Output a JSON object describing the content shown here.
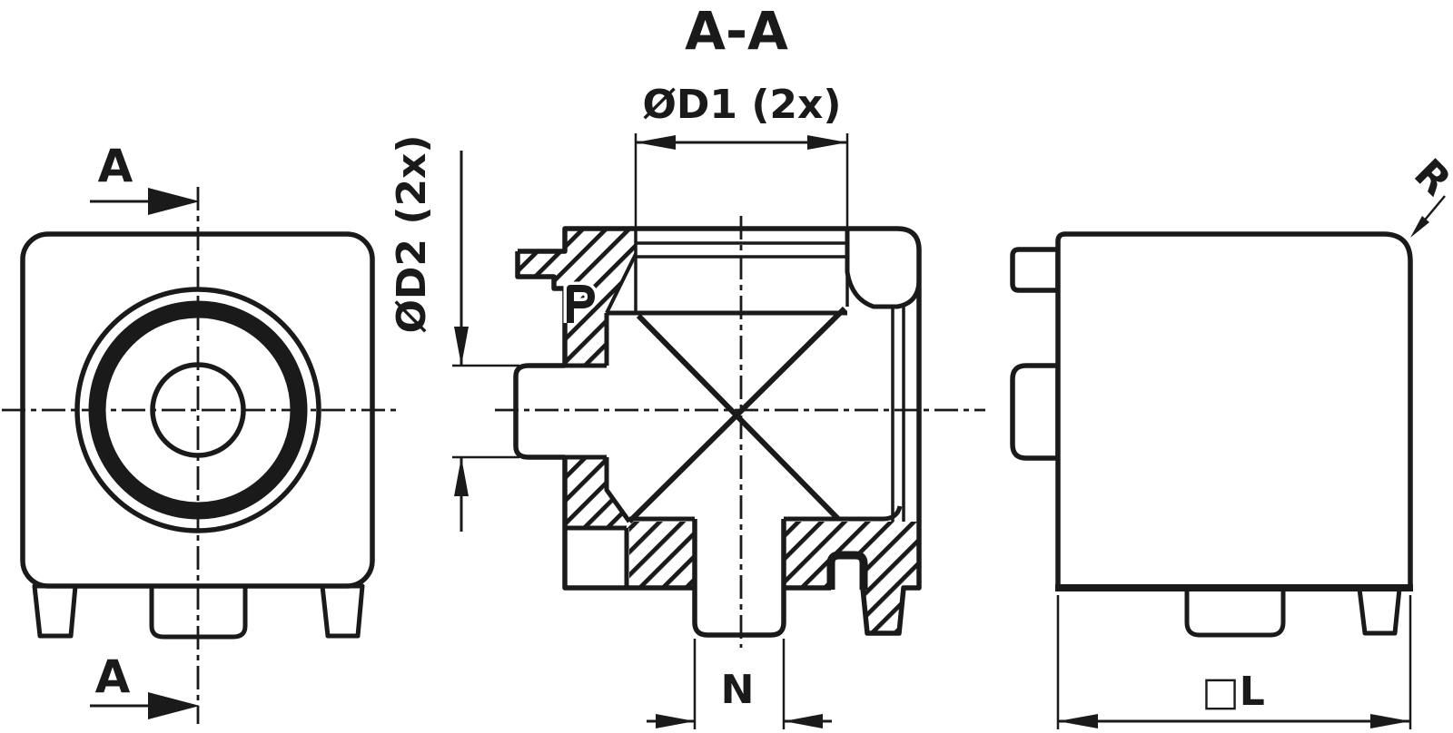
{
  "drawing": {
    "title": "A-A",
    "section_labels": {
      "top": "A",
      "bottom": "A"
    },
    "dimensions": {
      "d1": "ØD1 (2x)",
      "d2": "ØD2 (2x)",
      "n": "N",
      "l": "□L",
      "r": "R"
    },
    "colors": {
      "line": "#1a1a1a",
      "background": "#ffffff"
    }
  }
}
